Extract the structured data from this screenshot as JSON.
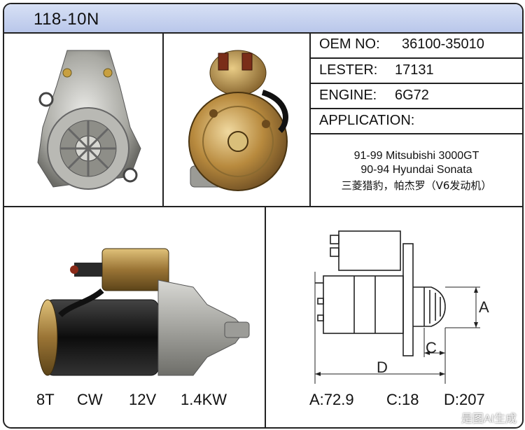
{
  "header": {
    "title": "118-10N"
  },
  "specs": [
    {
      "label": "OEM NO:",
      "value": "36100-35010"
    },
    {
      "label": "LESTER:",
      "value": "17131"
    },
    {
      "label": "ENGINE:",
      "value": "6G72"
    },
    {
      "label": "APPLICATION:",
      "value": ""
    }
  ],
  "application": {
    "lines": [
      "91-99 Mitsubishi 3000GT",
      "90-94 Hyundai Sonata",
      "三菱猎豹，帕杰罗（V6发动机）"
    ]
  },
  "specs_bottom_left": {
    "teeth": "8T",
    "rotation": "CW",
    "voltage": "12V",
    "power": "1.4KW"
  },
  "dimensions": {
    "labels": {
      "a": "A",
      "c": "C",
      "d": "D"
    },
    "a": "A:72.9",
    "c": "C:18",
    "d": "D:207"
  },
  "watermark": "是图AI生成"
}
